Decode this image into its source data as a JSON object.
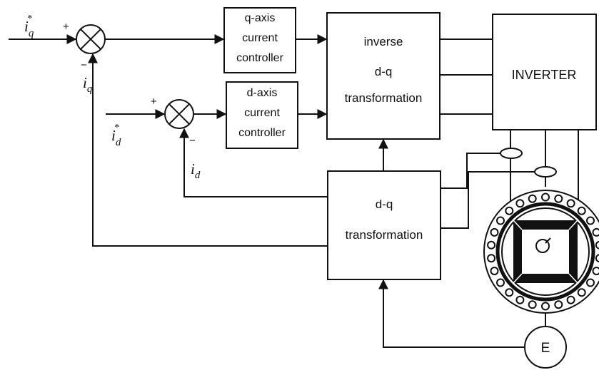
{
  "blocks": {
    "q_controller": [
      "q-axis",
      "current",
      "controller"
    ],
    "d_controller": [
      "d-axis",
      "current",
      "controller"
    ],
    "inverse_dq": [
      "inverse",
      "d-q",
      "transformation"
    ],
    "inverter": "INVERTER",
    "dq": [
      "d-q",
      "transformation"
    ],
    "encoder": "E"
  },
  "signals": {
    "iq_ref": {
      "base": "i",
      "sub": "q",
      "sup": "*"
    },
    "id_ref": {
      "base": "i",
      "sub": "d",
      "sup": "*"
    },
    "iq_fb": {
      "base": "i",
      "sub": "q"
    },
    "id_fb": {
      "base": "i",
      "sub": "d"
    }
  },
  "signs": {
    "plus": "+",
    "minus": "−"
  }
}
